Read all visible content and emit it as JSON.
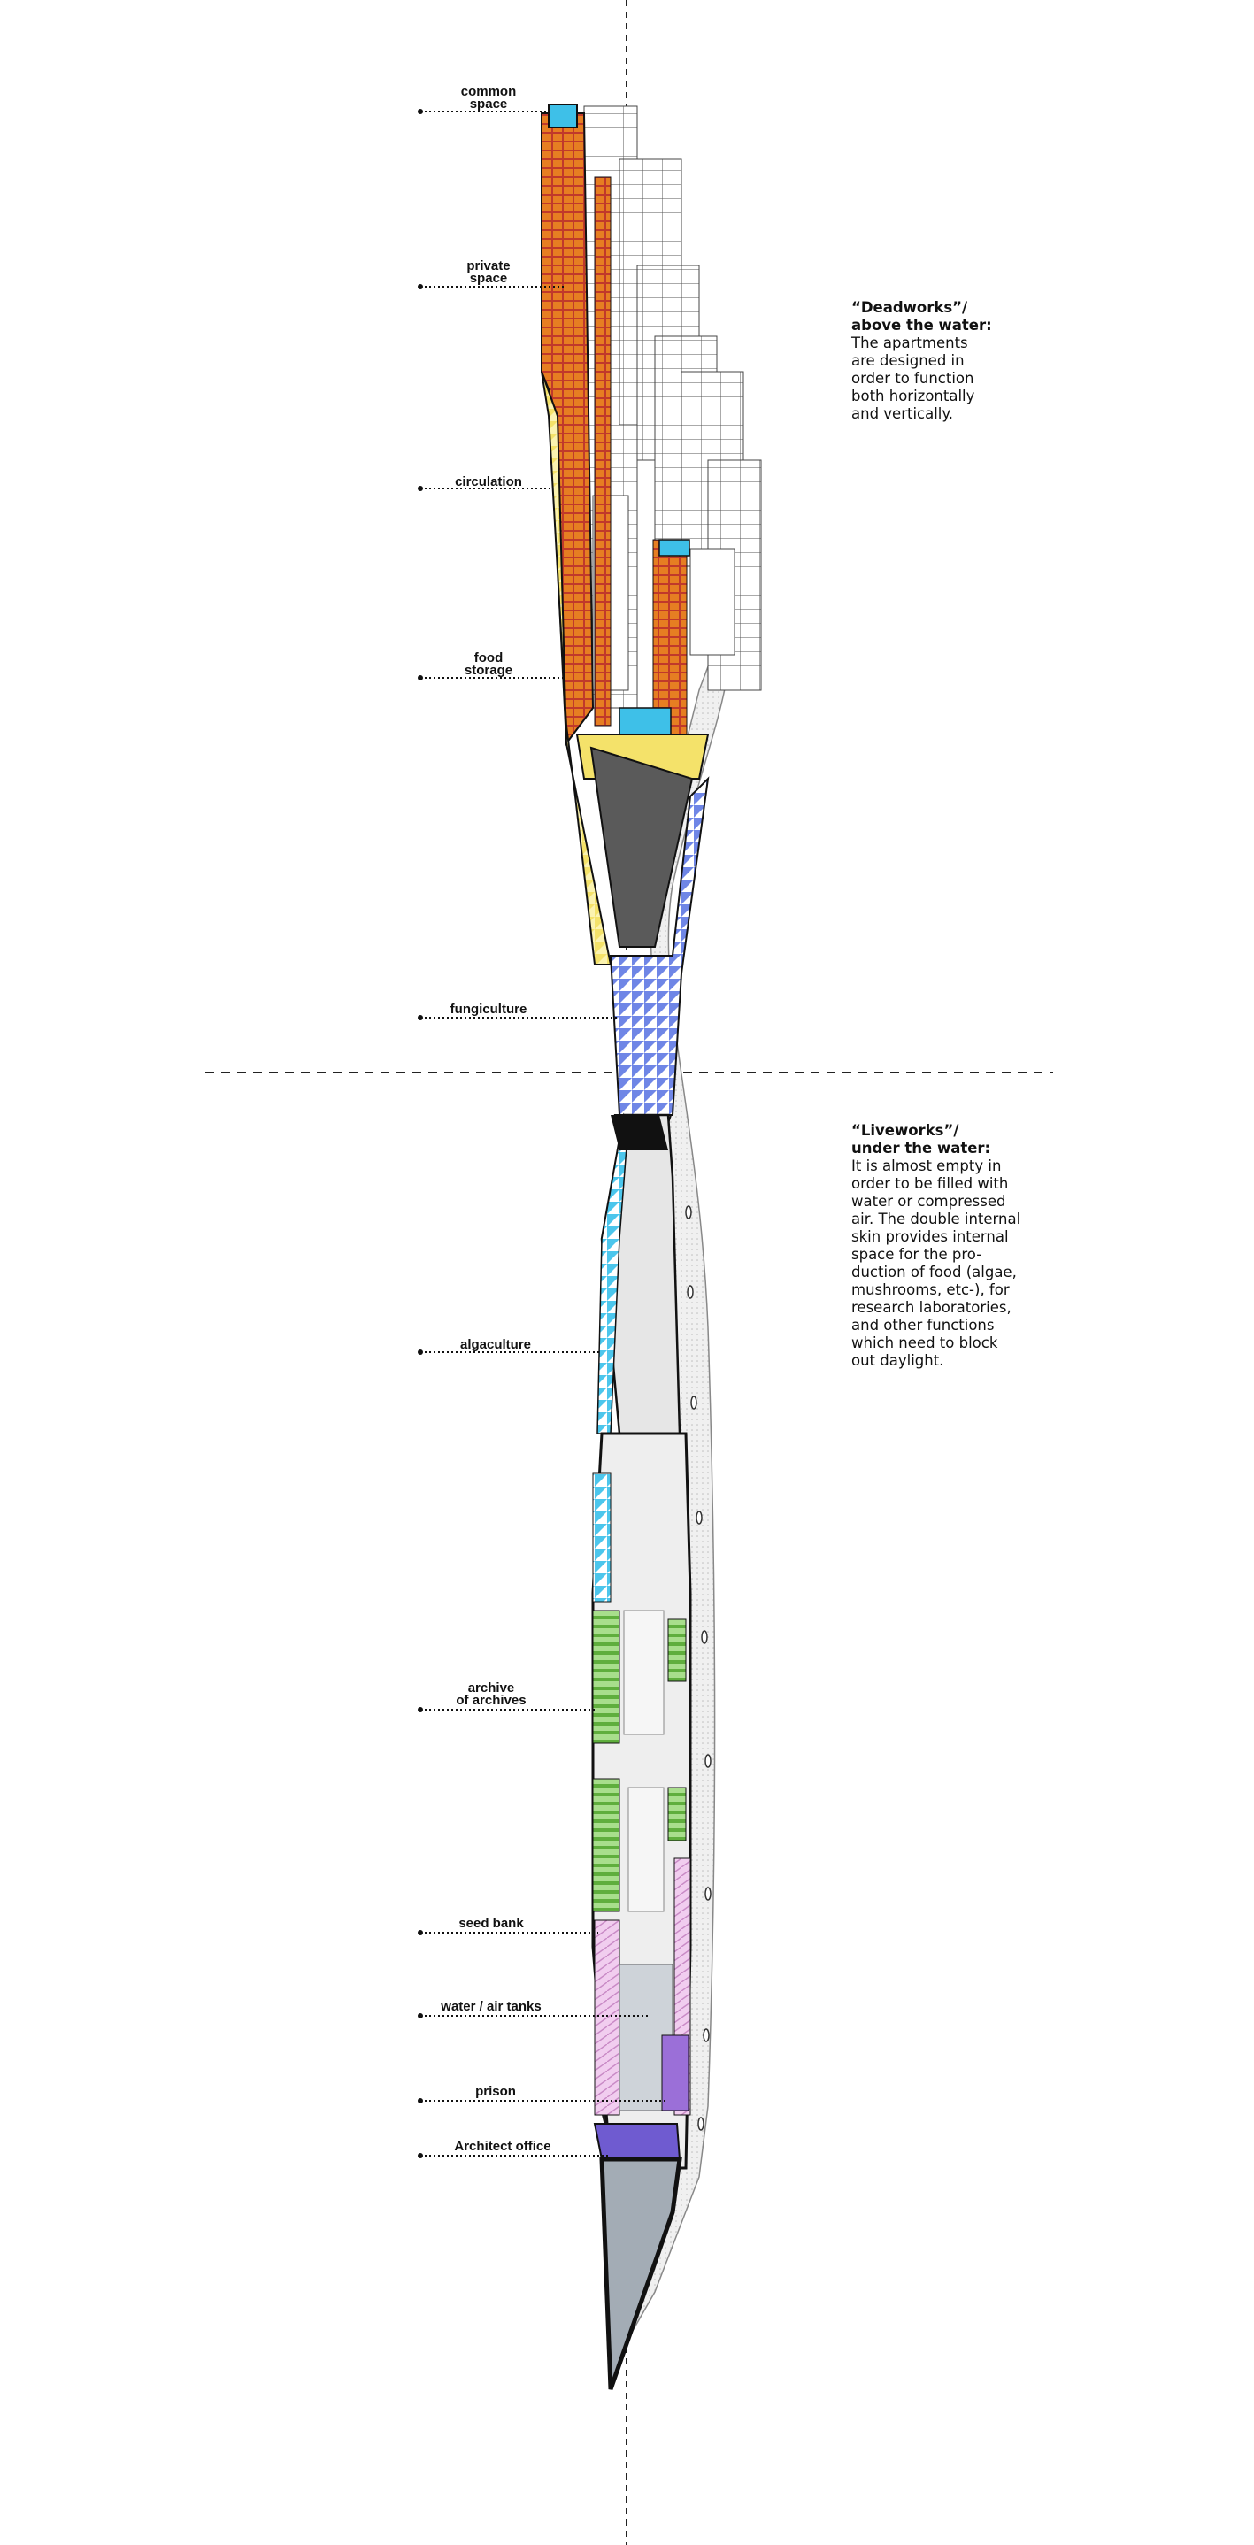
{
  "labels": {
    "common_space_1": "common",
    "common_space_2": "space",
    "private_space_1": "private",
    "private_space_2": "space",
    "circulation": "circulation",
    "food_storage_1": "food",
    "food_storage_2": "storage",
    "fungiculture": "fungiculture",
    "algaculture": "algaculture",
    "archive_1": "archive",
    "archive_2": "of archives",
    "seed_bank": "seed bank",
    "water_air_tanks": "water / air tanks",
    "prison": "prison",
    "architect_office": "Architect office"
  },
  "annotations": {
    "deadworks_title": "“Deadworks”/\nabove the water:",
    "deadworks_body": "The apartments\nare designed in\norder to function\nboth horizontally\nand vertically.",
    "liveworks_title": "“Liveworks”/\nunder the water:",
    "liveworks_body": "It is almost empty in\norder to be filled with\nwater or compressed\nair. The double internal\nskin provides internal\nspace for the pro-\nduction of food (algae,\nmushrooms, etc-), for\nresearch laboratories,\nand other functions\nwhich need to block\nout daylight."
  },
  "colors": {
    "private_red": "#c0392b",
    "private_orange": "#e67e22",
    "food_yellow": "#f4e26a",
    "fungi_blue": "#5b6fd8",
    "alga_cyan": "#3ec0e8",
    "archive_green": "#6cc04a",
    "seed_pink": "#e2a6e0",
    "prison_purple": "#9b6fd8",
    "hull_grey": "#d9d9d9",
    "interior_dark": "#1a1a1a"
  }
}
